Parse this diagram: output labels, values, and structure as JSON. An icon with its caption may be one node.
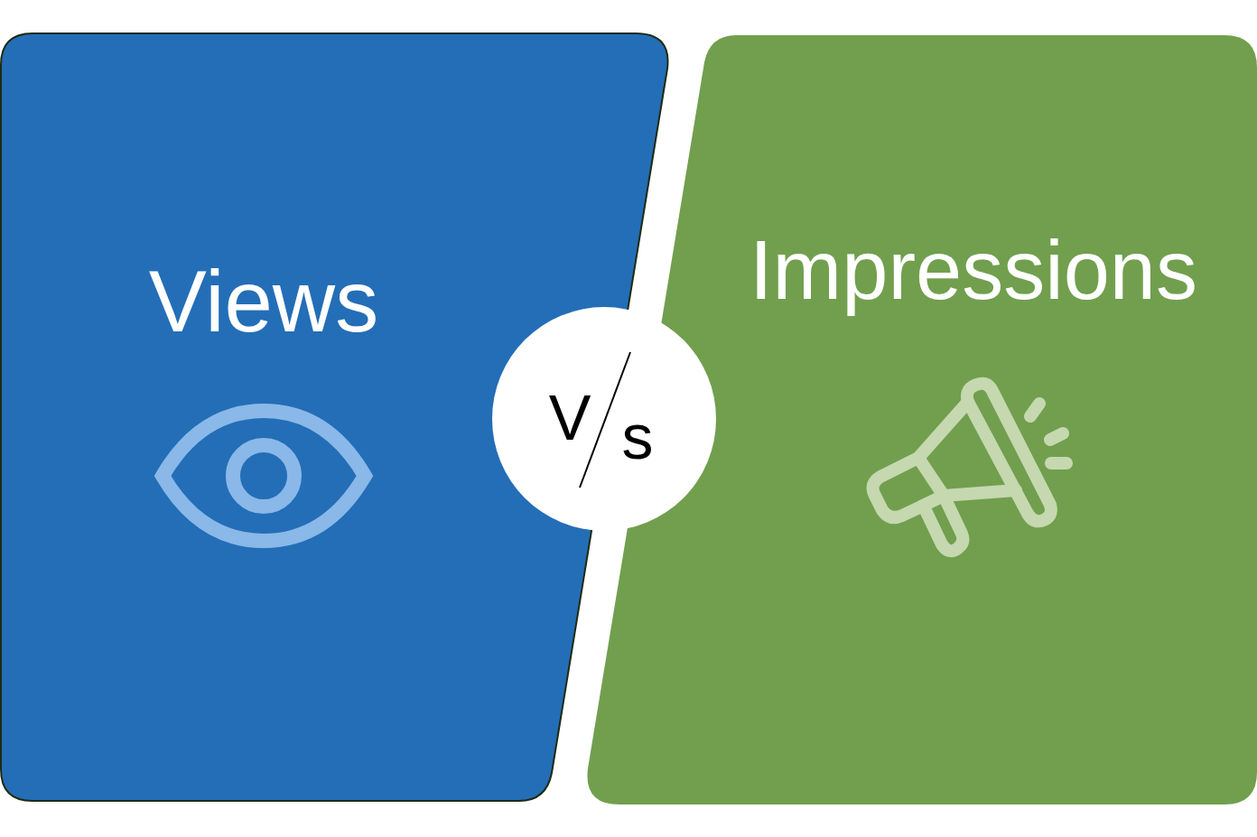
{
  "diagram": {
    "nodes": [
      {
        "text": [
          "Views"
        ]
      },
      {
        "text": [
          "Impressions"
        ]
      },
      {
        "text": [
          "V",
          "s"
        ]
      }
    ]
  }
}
